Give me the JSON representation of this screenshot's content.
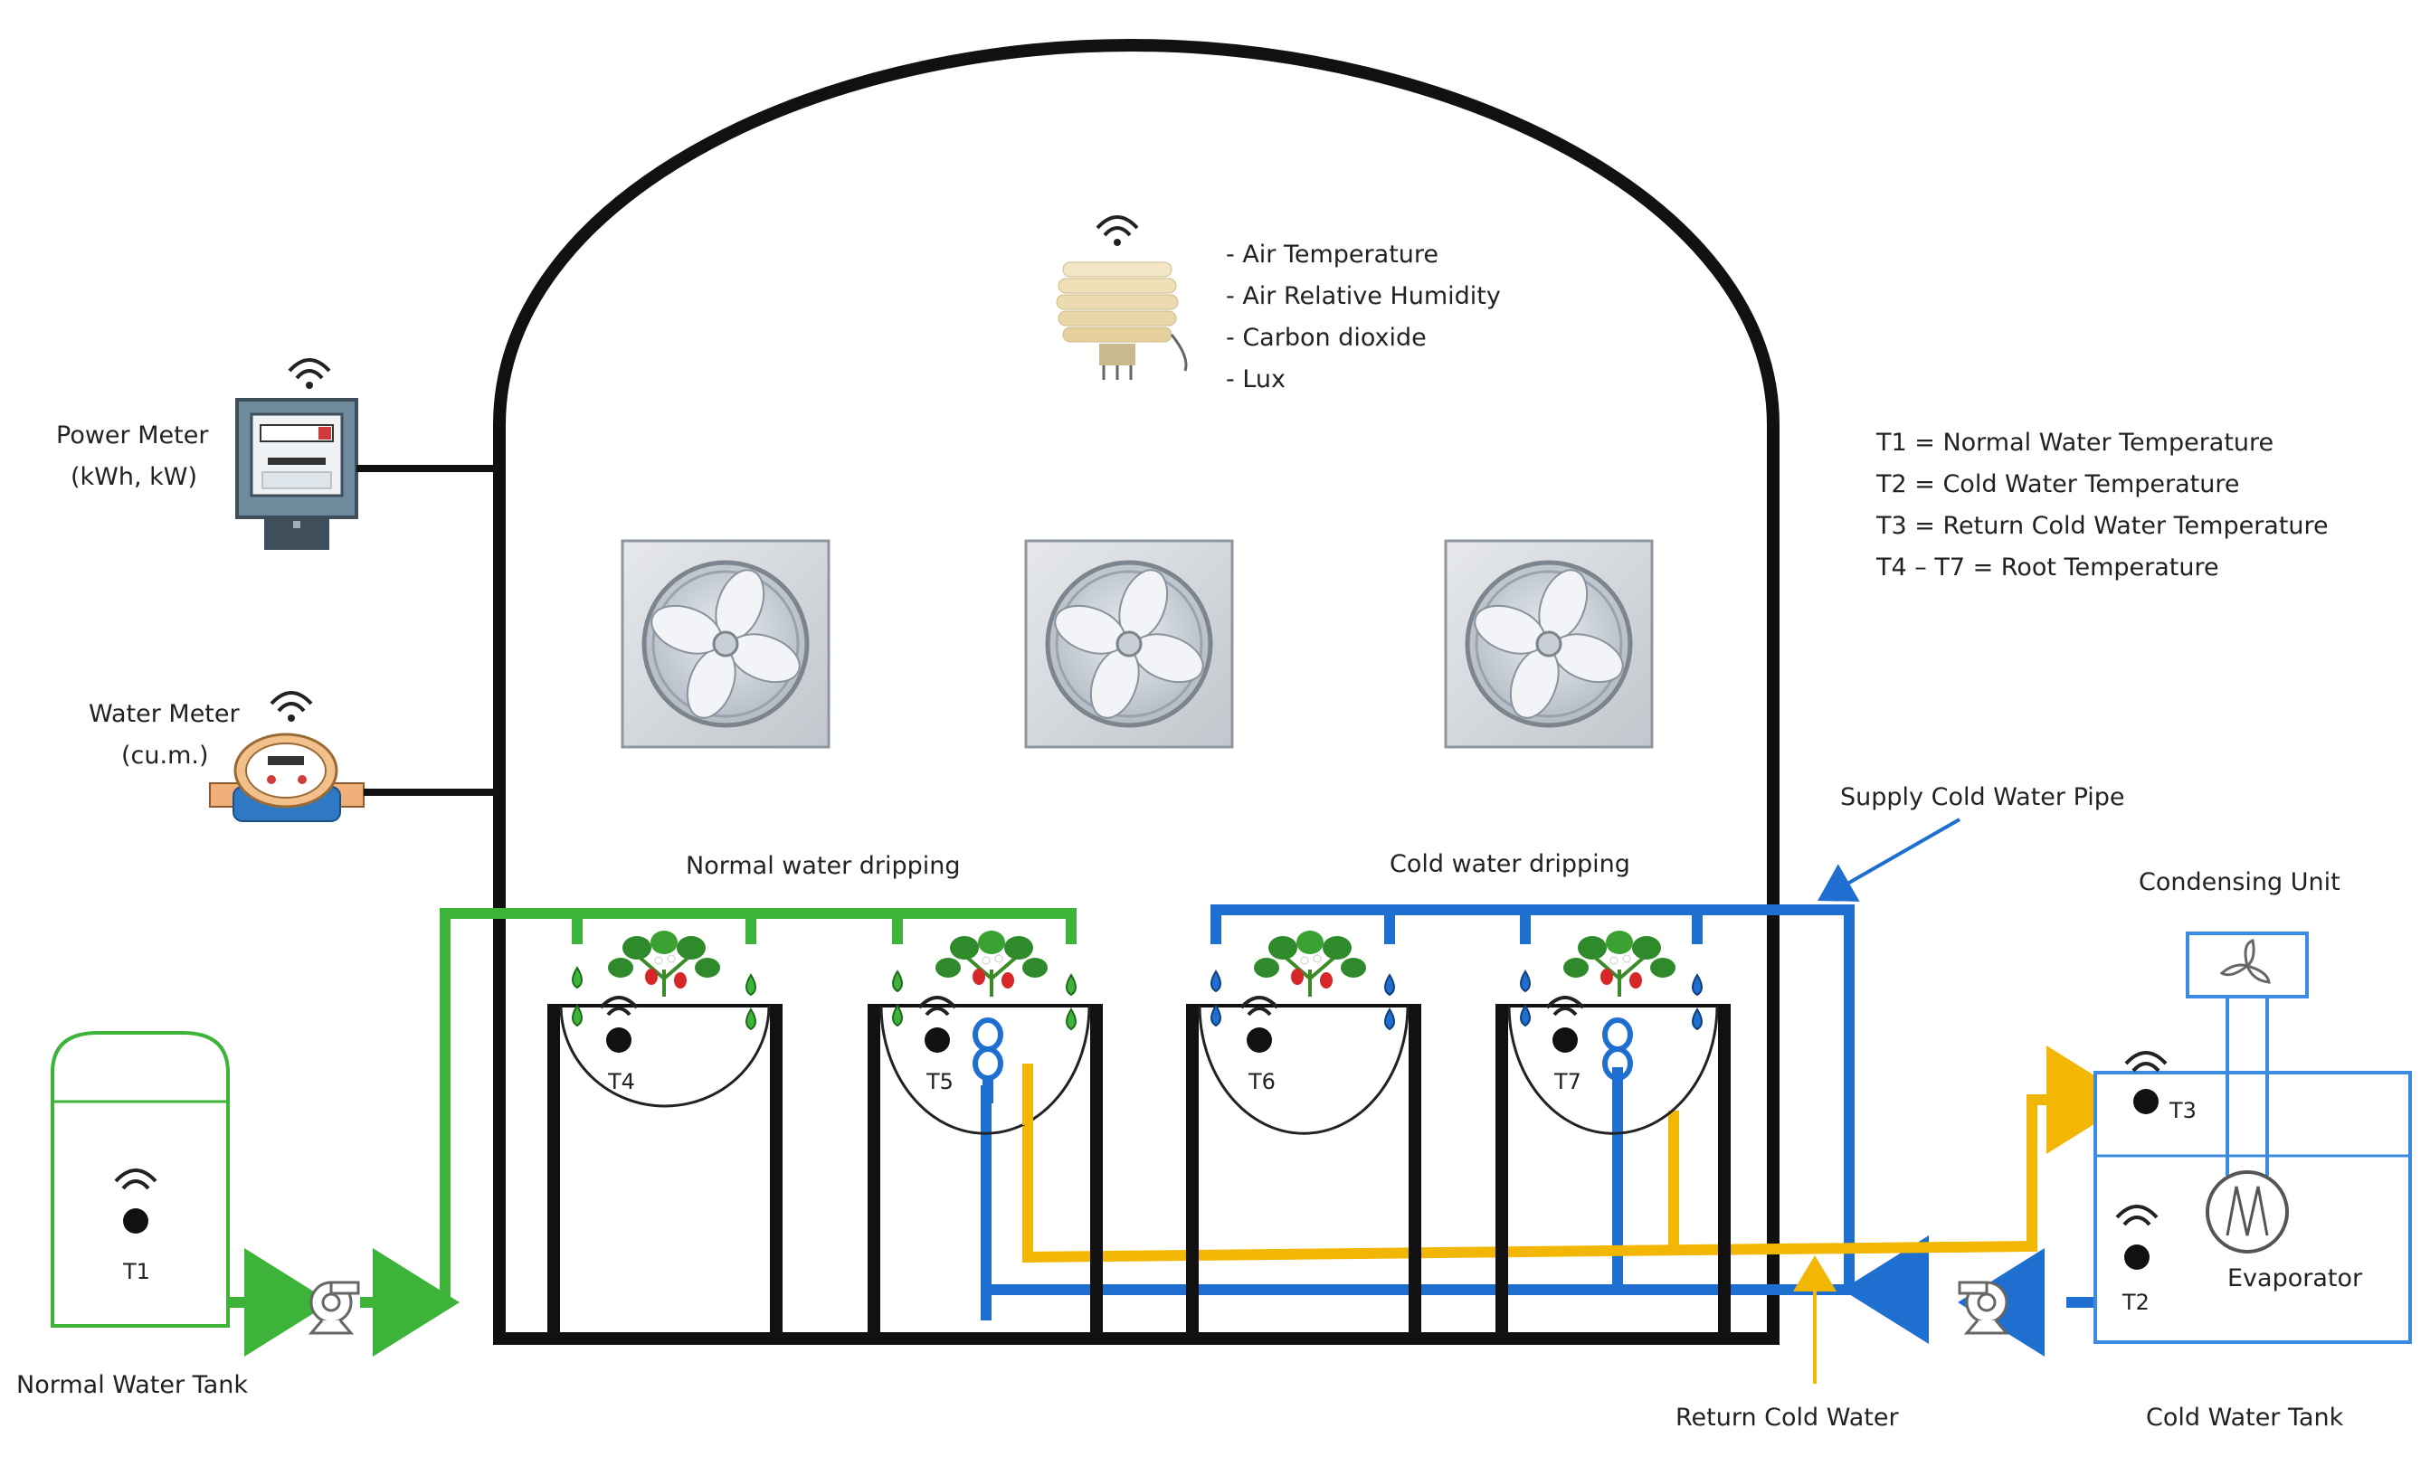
{
  "sensors": {
    "env_list": [
      "- Air Temperature",
      "- Air Relative Humidity",
      "- Carbon dioxide",
      "- Lux"
    ]
  },
  "meters": {
    "power_label_1": "Power Meter",
    "power_label_2": "(kWh, kW)",
    "water_label_1": "Water Meter",
    "water_label_2": "(cu.m.)"
  },
  "legend": {
    "items": [
      "T1 = Normal Water Temperature",
      "T2 = Cold Water Temperature",
      "T3 = Return Cold Water Temperature",
      "T4 – T7 = Root Temperature"
    ]
  },
  "zones": {
    "normal": "Normal water dripping",
    "cold": "Cold water dripping"
  },
  "pipes": {
    "supply": "Supply Cold Water Pipe",
    "return": "Return Cold Water"
  },
  "equipment": {
    "condensing_unit": "Condensing Unit",
    "evaporator": "Evaporator",
    "normal_tank": "Normal Water Tank",
    "cold_tank": "Cold Water Tank"
  },
  "sensor_tags": {
    "t1": "T1",
    "t2": "T2",
    "t3": "T3",
    "t4": "T4",
    "t5": "T5",
    "t6": "T6",
    "t7": "T7"
  },
  "colors": {
    "normal_pipe": "#3db33a",
    "cold_pipe": "#1f6fd1",
    "return_pipe": "#f2b705",
    "structure": "#111111"
  }
}
